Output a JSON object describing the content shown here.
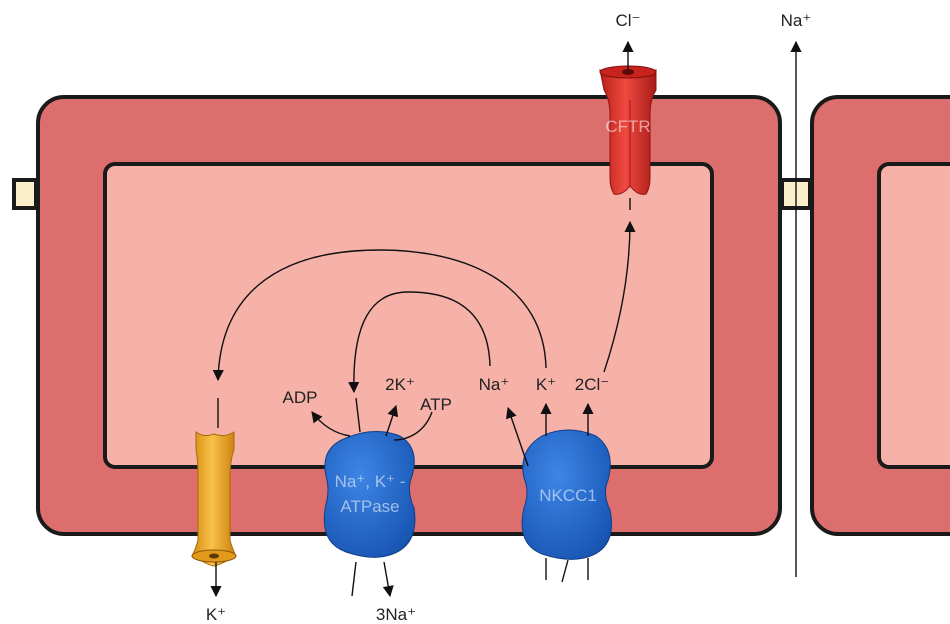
{
  "labels": {
    "cl_out": "Cl⁻",
    "na_para": "Na⁺",
    "cftr": "CFTR",
    "adp": "ADP",
    "two_k": "2K⁺",
    "atp": "ATP",
    "na_in": "Na⁺",
    "k_in": "K⁺",
    "two_cl": "2Cl⁻",
    "pump_line1": "Na⁺, K⁺ -",
    "pump_line2": "ATPase",
    "nkcc1": "NKCC1",
    "k_out": "K⁺",
    "three_na": "3Na⁺"
  },
  "colors": {
    "cell_outer": "#DD6E6E",
    "cell_inner": "#F6B1A8",
    "cftr": "#E0332D",
    "k_channel": "#F0B02C",
    "pump": "#1F63C8",
    "junction": "#FBEFCB"
  }
}
